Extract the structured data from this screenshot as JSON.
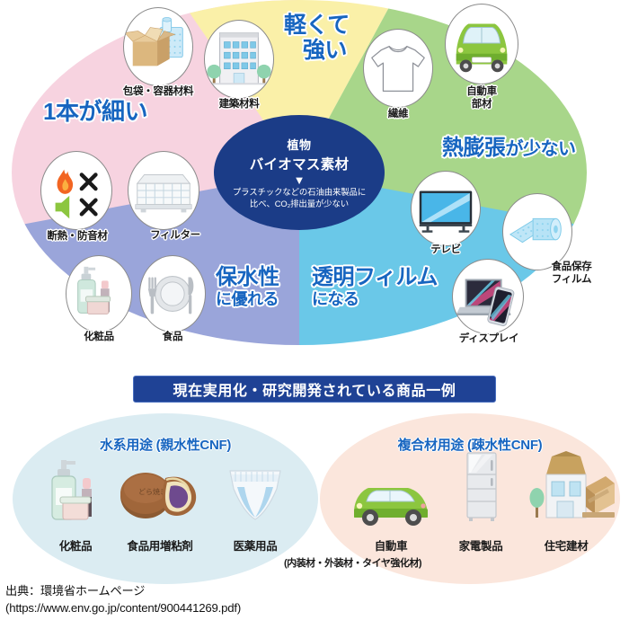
{
  "wheel": {
    "center": {
      "line1": "植物",
      "line2": "バイオマス素材",
      "arrow": "▼",
      "note_line1": "プラスチックなどの石油由来製品に",
      "note_line2": "比べ、CO₂排出量が少ない"
    },
    "segments": [
      {
        "id": "thin",
        "label": "1本が細い",
        "sub": "",
        "color": "#f7d3e0"
      },
      {
        "id": "light-strong",
        "label": "軽くて",
        "sub": "強い",
        "color": "#faf0a8"
      },
      {
        "id": "low-thermal",
        "label": "熱膨張",
        "sub": "が少ない",
        "color": "#a8d68a"
      },
      {
        "id": "transparent",
        "label": "透明フィルム",
        "sub": "になる",
        "color": "#6ac8e8"
      },
      {
        "id": "water-hold",
        "label": "保水性",
        "sub": "に優れる",
        "color": "#9aa5da"
      }
    ],
    "bubbles": [
      {
        "id": "packaging",
        "label": "包袋・容器材料",
        "icon": "cardboard-box-icon"
      },
      {
        "id": "building",
        "label": "建築材料",
        "icon": "building-icon"
      },
      {
        "id": "fiber",
        "label": "繊維",
        "icon": "tshirt-icon"
      },
      {
        "id": "auto-parts",
        "label": "自動車\n部材",
        "label_l1": "自動車",
        "label_l2": "部材",
        "icon": "car-icon"
      },
      {
        "id": "insulation",
        "label": "断熱・防音材",
        "icon": "fire-sound-blocked-icon"
      },
      {
        "id": "filter",
        "label": "フィルター",
        "icon": "air-filter-icon"
      },
      {
        "id": "cosmetics",
        "label": "化粧品",
        "icon": "cosmetics-icon"
      },
      {
        "id": "food",
        "label": "食品",
        "icon": "plate-cutlery-icon"
      },
      {
        "id": "tv",
        "label": "テレビ",
        "icon": "television-icon"
      },
      {
        "id": "food-film",
        "label_l1": "食品保存",
        "label_l2": "フィルム",
        "icon": "plastic-wrap-roll-icon"
      },
      {
        "id": "display",
        "label": "ディスプレイ",
        "icon": "laptop-phone-icon"
      }
    ]
  },
  "banner": {
    "title": "現在実用化・研究開発されている商品一例"
  },
  "bottom": {
    "left": {
      "title": "水系用途 (親水性CNF)",
      "bg_color": "#dbecf2",
      "items": [
        {
          "label": "化粧品",
          "icon": "cosmetics-bottles-icon"
        },
        {
          "label": "食品用増粘剤",
          "icon": "dorayaki-icon"
        },
        {
          "label": "医薬用品",
          "icon": "diaper-icon"
        }
      ]
    },
    "right": {
      "title": "複合材用途 (疎水性CNF)",
      "bg_color": "#fbe6dc",
      "items": [
        {
          "label": "自動車",
          "icon": "green-car-icon"
        },
        {
          "label": "家電製品",
          "icon": "refrigerator-icon"
        },
        {
          "label": "住宅建材",
          "icon": "house-lumber-icon"
        }
      ],
      "note": "(内装材・外装材・タイヤ強化材)"
    }
  },
  "source": {
    "line1": "出典：環境省ホームページ",
    "line2": "(https://www.env.go.jp/content/900441269.pdf)"
  },
  "colors": {
    "accent_blue": "#1765c0",
    "navy": "#1b3c87",
    "banner_navy": "#1f4295",
    "pink": "#f7d3e0",
    "yellow": "#faf0a8",
    "green": "#a8d68a",
    "lightblue": "#6ac8e8",
    "purple": "#9aa5da"
  }
}
